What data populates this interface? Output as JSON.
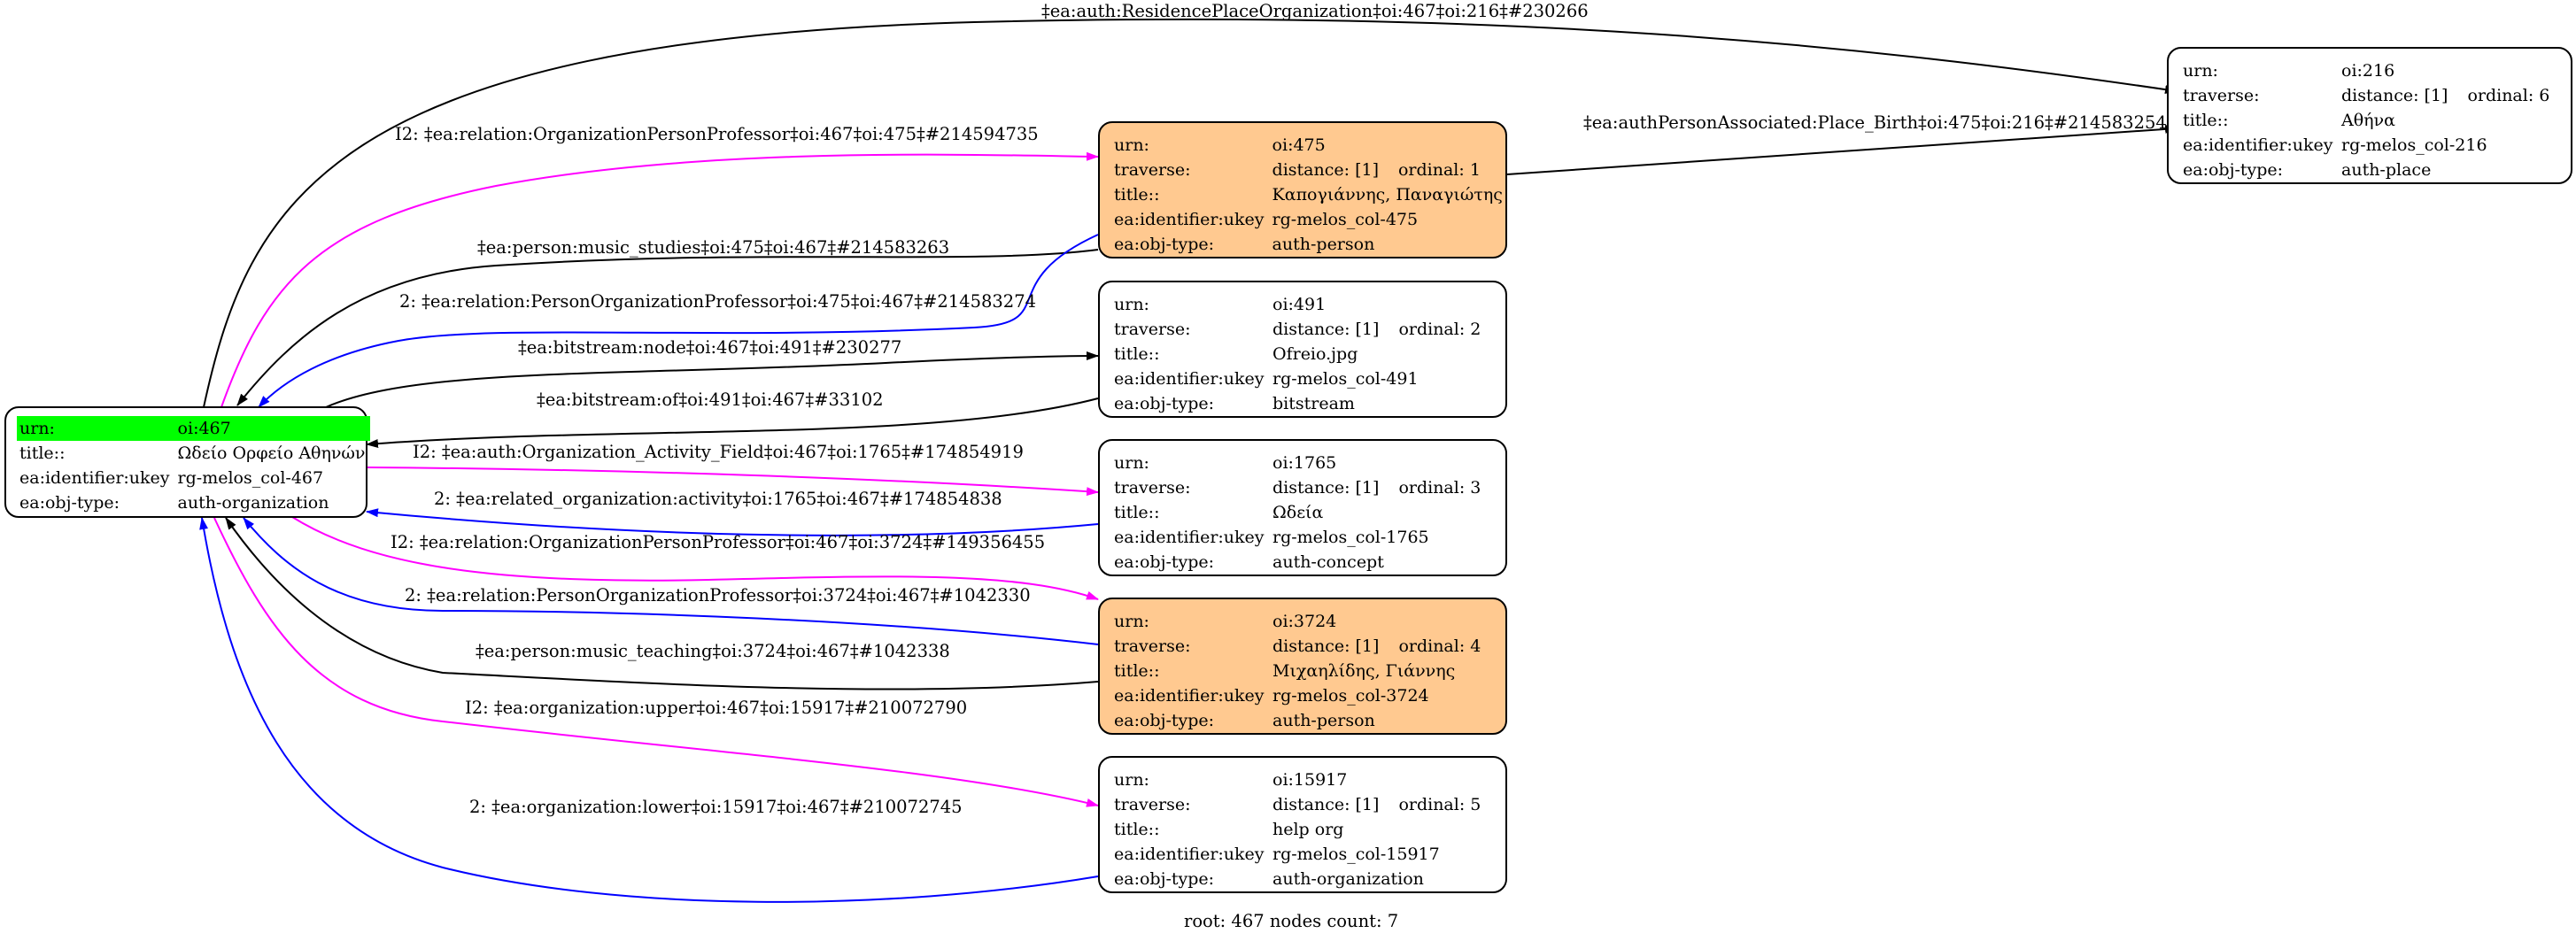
{
  "root_node": {
    "rows": [
      {
        "key": "urn:",
        "value": "oi:467"
      },
      {
        "key": "title::",
        "value": "Ωδείο Ορφείο Αθηνών"
      },
      {
        "key": "ea:identifier:ukey",
        "value": "rg-melos_col-467"
      },
      {
        "key": "ea:obj-type:",
        "value": "auth-organization"
      }
    ]
  },
  "nodes": [
    {
      "id": "n216",
      "urn": "oi:216",
      "distance": "distance: [1]",
      "ordinal": "ordinal: 6",
      "title": "Αθήνα",
      "ukey": "rg-melos_col-216",
      "type": "auth-place"
    },
    {
      "id": "n475",
      "urn": "oi:475",
      "distance": "distance: [1]",
      "ordinal": "ordinal: 1",
      "title": "Καπογιάννης, Παναγιώτης",
      "ukey": "rg-melos_col-475",
      "type": "auth-person"
    },
    {
      "id": "n491",
      "urn": "oi:491",
      "distance": "distance: [1]",
      "ordinal": "ordinal: 2",
      "title": "Ofreio.jpg",
      "ukey": "rg-melos_col-491",
      "type": "bitstream"
    },
    {
      "id": "n1765",
      "urn": "oi:1765",
      "distance": "distance: [1]",
      "ordinal": "ordinal: 3",
      "title": "Ωδεία",
      "ukey": "rg-melos_col-1765",
      "type": "auth-concept"
    },
    {
      "id": "n3724",
      "urn": "oi:3724",
      "distance": "distance: [1]",
      "ordinal": "ordinal: 4",
      "title": "Μιχαηλίδης, Γιάννης",
      "ukey": "rg-melos_col-3724",
      "type": "auth-person"
    },
    {
      "id": "n15917",
      "urn": "oi:15917",
      "distance": "distance: [1]",
      "ordinal": "ordinal: 5",
      "title": "help org",
      "ukey": "rg-melos_col-15917",
      "type": "auth-organization"
    }
  ],
  "field_labels": {
    "urn": "urn:",
    "traverse": "traverse:",
    "title": "title::",
    "ukey": "ea:identifier:ukey",
    "type": "ea:obj-type:"
  },
  "edges": [
    {
      "id": "e1",
      "label": "‡ea:auth:ResidencePlaceOrganization‡oi:467‡oi:216‡#230266",
      "color": "#000000"
    },
    {
      "id": "e2",
      "label": "I2: ‡ea:relation:OrganizationPersonProfessor‡oi:467‡oi:475‡#214594735",
      "color": "#ff00ff"
    },
    {
      "id": "e3",
      "label": "‡ea:authPersonAssociated:Place_Birth‡oi:475‡oi:216‡#214583254",
      "color": "#000000"
    },
    {
      "id": "e4",
      "label": "‡ea:person:music_studies‡oi:475‡oi:467‡#214583263",
      "color": "#000000"
    },
    {
      "id": "e5",
      "label": "2: ‡ea:relation:PersonOrganizationProfessor‡oi:475‡oi:467‡#214583274",
      "color": "#0000ff"
    },
    {
      "id": "e6",
      "label": "‡ea:bitstream:node‡oi:467‡oi:491‡#230277",
      "color": "#000000"
    },
    {
      "id": "e7",
      "label": "‡ea:bitstream:of‡oi:491‡oi:467‡#33102",
      "color": "#000000"
    },
    {
      "id": "e8",
      "label": "I2: ‡ea:auth:Organization_Activity_Field‡oi:467‡oi:1765‡#174854919",
      "color": "#ff00ff"
    },
    {
      "id": "e9",
      "label": "2: ‡ea:related_organization:activity‡oi:1765‡oi:467‡#174854838",
      "color": "#0000ff"
    },
    {
      "id": "e10",
      "label": "I2: ‡ea:relation:OrganizationPersonProfessor‡oi:467‡oi:3724‡#149356455",
      "color": "#ff00ff"
    },
    {
      "id": "e11",
      "label": "2: ‡ea:relation:PersonOrganizationProfessor‡oi:3724‡oi:467‡#1042330",
      "color": "#0000ff"
    },
    {
      "id": "e12",
      "label": "‡ea:person:music_teaching‡oi:3724‡oi:467‡#1042338",
      "color": "#000000"
    },
    {
      "id": "e13",
      "label": "I2: ‡ea:organization:upper‡oi:467‡oi:15917‡#210072790",
      "color": "#ff00ff"
    },
    {
      "id": "e14",
      "label": "2: ‡ea:organization:lower‡oi:15917‡oi:467‡#210072745",
      "color": "#0000ff"
    }
  ],
  "colors": {
    "person_fill": "#ffc990",
    "root_highlight": "#00ff00",
    "node_fill": "#ffffff"
  },
  "footer": "root: 467 nodes count: 7"
}
